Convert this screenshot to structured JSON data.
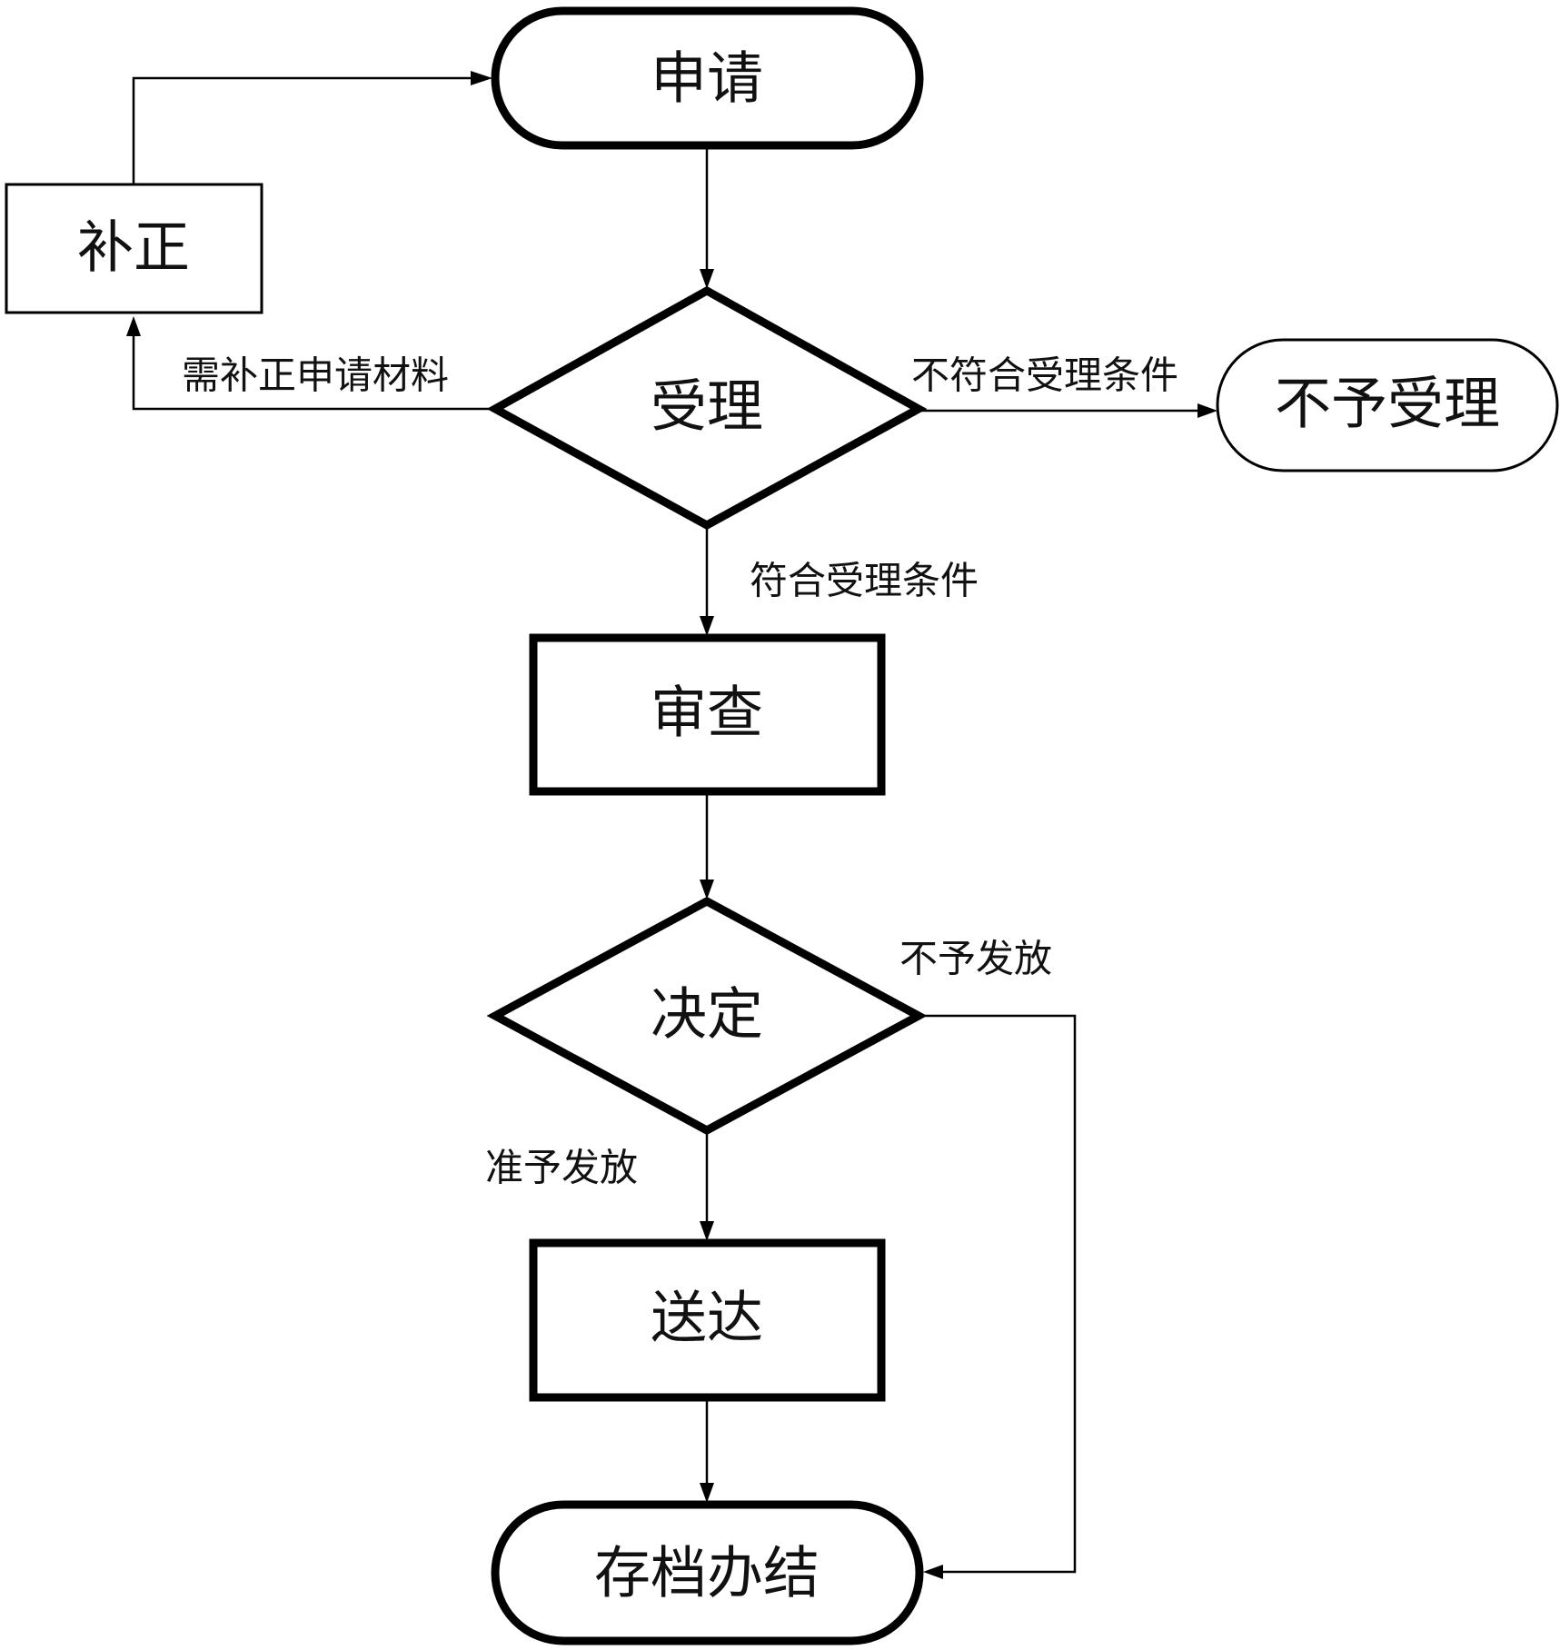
{
  "nodes": {
    "apply": "申请",
    "correction": "补正",
    "accept": "受理",
    "reject": "不予受理",
    "review": "审查",
    "decision": "决定",
    "deliver": "送达",
    "archive": "存档办结"
  },
  "edges": {
    "need_correction": "需补正申请材料",
    "not_eligible": "不符合受理条件",
    "eligible": "符合受理条件",
    "not_issued": "不予发放",
    "approved": "准予发放"
  }
}
